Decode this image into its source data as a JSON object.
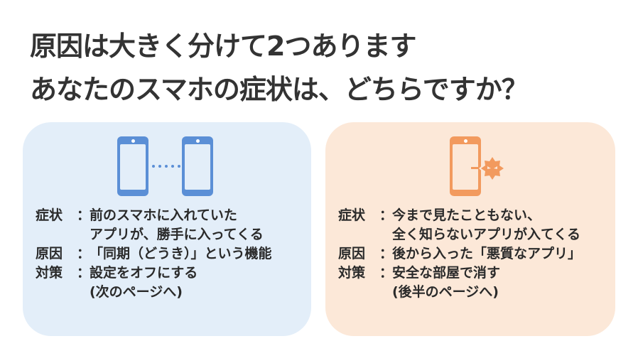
{
  "title": {
    "line1": "原因は大きく分けて2つあります",
    "line2": "あなたのスマホの症状は、どちらですか？"
  },
  "colors": {
    "left_card_bg": "#e3eef9",
    "left_icon": "#5b8fd6",
    "right_card_bg": "#fce8d8",
    "right_icon": "#f29a5e",
    "text": "#2a2a2a"
  },
  "cards": [
    {
      "icon": "two-phones-sync-icon",
      "symptom_label": "症状",
      "symptom_line1": "前のスマホに入れていた",
      "symptom_line2": "アプリが、勝手に入ってくる",
      "cause_label": "原因",
      "cause": "「同期（どうき）」という機能",
      "fix_label": "対策",
      "fix_line1": "設定をオフにする",
      "fix_line2": "(次のページへ)",
      "colon": "："
    },
    {
      "icon": "phone-malware-icon",
      "symptom_label": "症状",
      "symptom_line1": "今まで見たこともない、",
      "symptom_line2": "全く知らないアプリが入てくる",
      "cause_label": "原因",
      "cause": "後から入った「悪質なアプリ」",
      "fix_label": "対策",
      "fix_line1": "安全な部屋で消す",
      "fix_line2": "(後半のページへ)",
      "colon": "："
    }
  ]
}
